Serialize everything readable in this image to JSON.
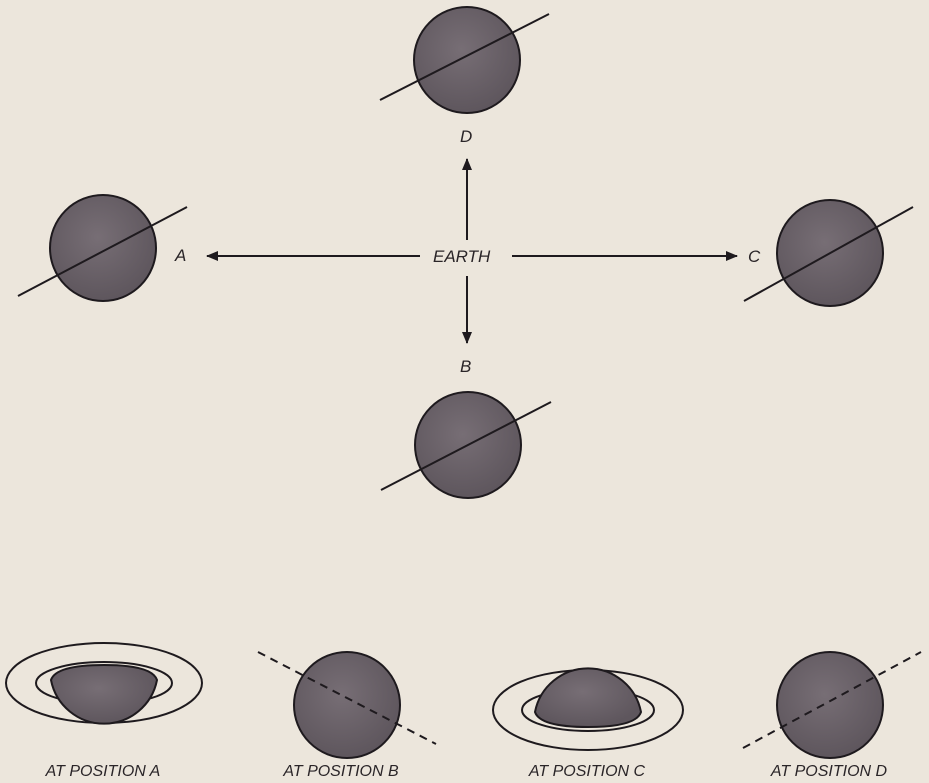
{
  "diagram": {
    "center_label": "EARTH",
    "positions": {
      "a": "A",
      "b": "B",
      "c": "C",
      "d": "D"
    },
    "captions": {
      "a": "AT POSITION A",
      "b": "AT POSITION B",
      "c": "AT POSITION C",
      "d": "AT POSITION D"
    }
  },
  "colors": {
    "background": "#ece6dc",
    "planet": "#6a6168",
    "planet_edge": "#1e1a1e",
    "line": "#1e1a1e",
    "text": "#2a2528"
  }
}
